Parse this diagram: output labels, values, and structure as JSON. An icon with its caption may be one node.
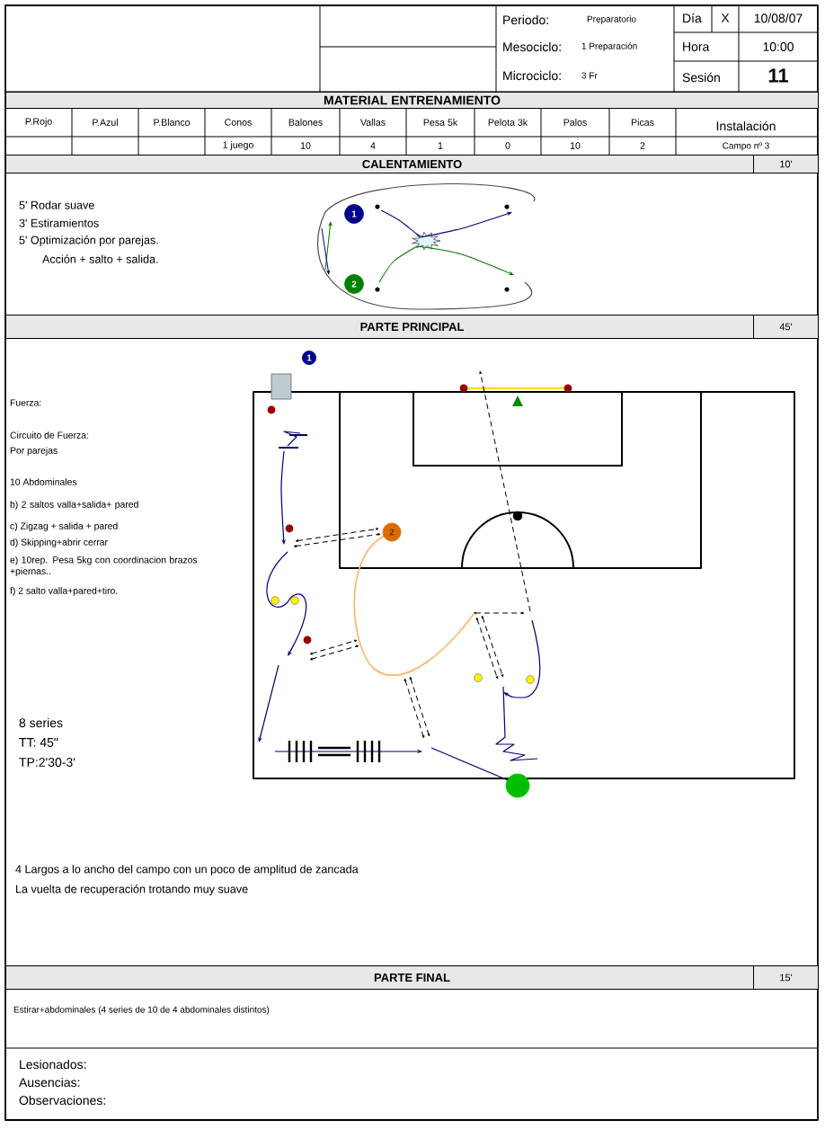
{
  "diagram": {
    "nodes": [
      {
        "text": [
          "1"
        ]
      },
      {
        "text": [
          "2"
        ]
      },
      {
        "text": [
          "1"
        ]
      },
      {
        "text": [
          "2"
        ]
      },
      {
        "text": [],
        "shape": "circle"
      }
    ],
    "labels": [
      "Periodo:",
      "Preparatorio",
      "Día",
      "X",
      "10/08/07",
      "Mesociclo:",
      "1 Preparación",
      "Hora",
      "10:00",
      "Microciclo:",
      "3 Fr",
      "Sesión",
      "11",
      "MATERIAL ENTRENAMIENTO",
      "P.Rojo",
      "P.Azul",
      "P.Blanco",
      "Conos",
      "Balones",
      "Vallas",
      "Pesa 5k",
      "Pelota 3k",
      "Palos",
      "Picas",
      "Instalación",
      "1 juego",
      "10",
      "4",
      "1",
      "0",
      "10",
      "2",
      "Campo nº 3",
      "CALENTAMIENTO",
      "10'",
      "5' Rodar suave",
      "3' Estiramientos",
      "5' Optimización por parejas.",
      "Acción + salto + salida.",
      "PARTE PRINCIPAL",
      "45'",
      "Fuerza:",
      "Circuito de Fuerza:",
      "Por parejas",
      "10 Abdominales",
      "b) 2 saltos valla+salida+ pared",
      "c) Zigzag + salida + pared",
      "d) Skipping+abrir cerrar",
      "e) 10rep. Pesa 5kg con coordinacion brazos +piernas..",
      "f) 2 salto valla+pared+tiro.",
      "8 series",
      "TT: 45\"",
      "TP:2'30-3'",
      "4 Largos a lo ancho del campo con un poco de amplitud de zancada",
      "La vuelta de recuperación trotando muy suave",
      "PARTE FINAL",
      "15'",
      "Estirar+abdominales (4 series de 10 de 4 abdominales distintos)",
      "Lesionados:",
      "Ausencias:",
      "Observaciones:"
    ]
  }
}
